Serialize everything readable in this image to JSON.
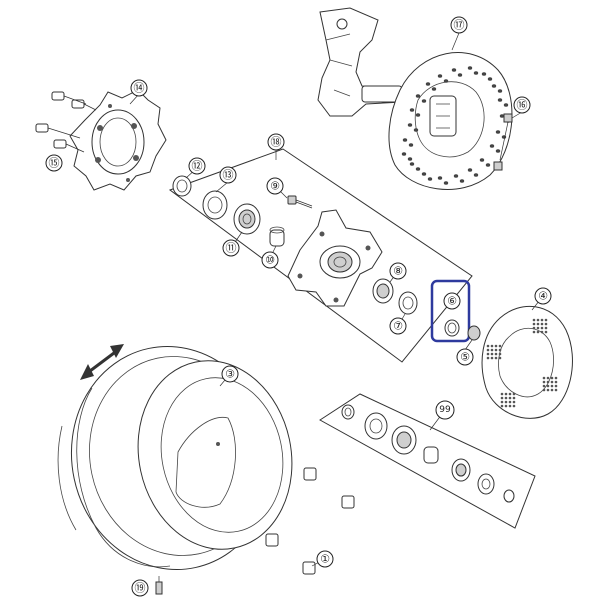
{
  "callouts": [
    {
      "id": "c1",
      "label": "①"
    },
    {
      "id": "c3",
      "label": "③"
    },
    {
      "id": "c4",
      "label": "④"
    },
    {
      "id": "c5",
      "label": "⑤"
    },
    {
      "id": "c6",
      "label": "⑥"
    },
    {
      "id": "c7",
      "label": "⑦"
    },
    {
      "id": "c8",
      "label": "⑧"
    },
    {
      "id": "c9",
      "label": "⑨"
    },
    {
      "id": "c10",
      "label": "⑩"
    },
    {
      "id": "c11",
      "label": "⑪"
    },
    {
      "id": "c12",
      "label": "⑫"
    },
    {
      "id": "c13",
      "label": "⑬"
    },
    {
      "id": "c14",
      "label": "⑭"
    },
    {
      "id": "c15",
      "label": "⑮"
    },
    {
      "id": "c16",
      "label": "⑯"
    },
    {
      "id": "c17",
      "label": "⑰"
    },
    {
      "id": "c18",
      "label": "⑱"
    },
    {
      "id": "c19",
      "label": "⑲"
    },
    {
      "id": "c99",
      "label": "99"
    }
  ],
  "colors": {
    "highlight": "#2e3a9e",
    "line": "#333333",
    "background": "#ffffff"
  },
  "highlighted_part": "⑥"
}
